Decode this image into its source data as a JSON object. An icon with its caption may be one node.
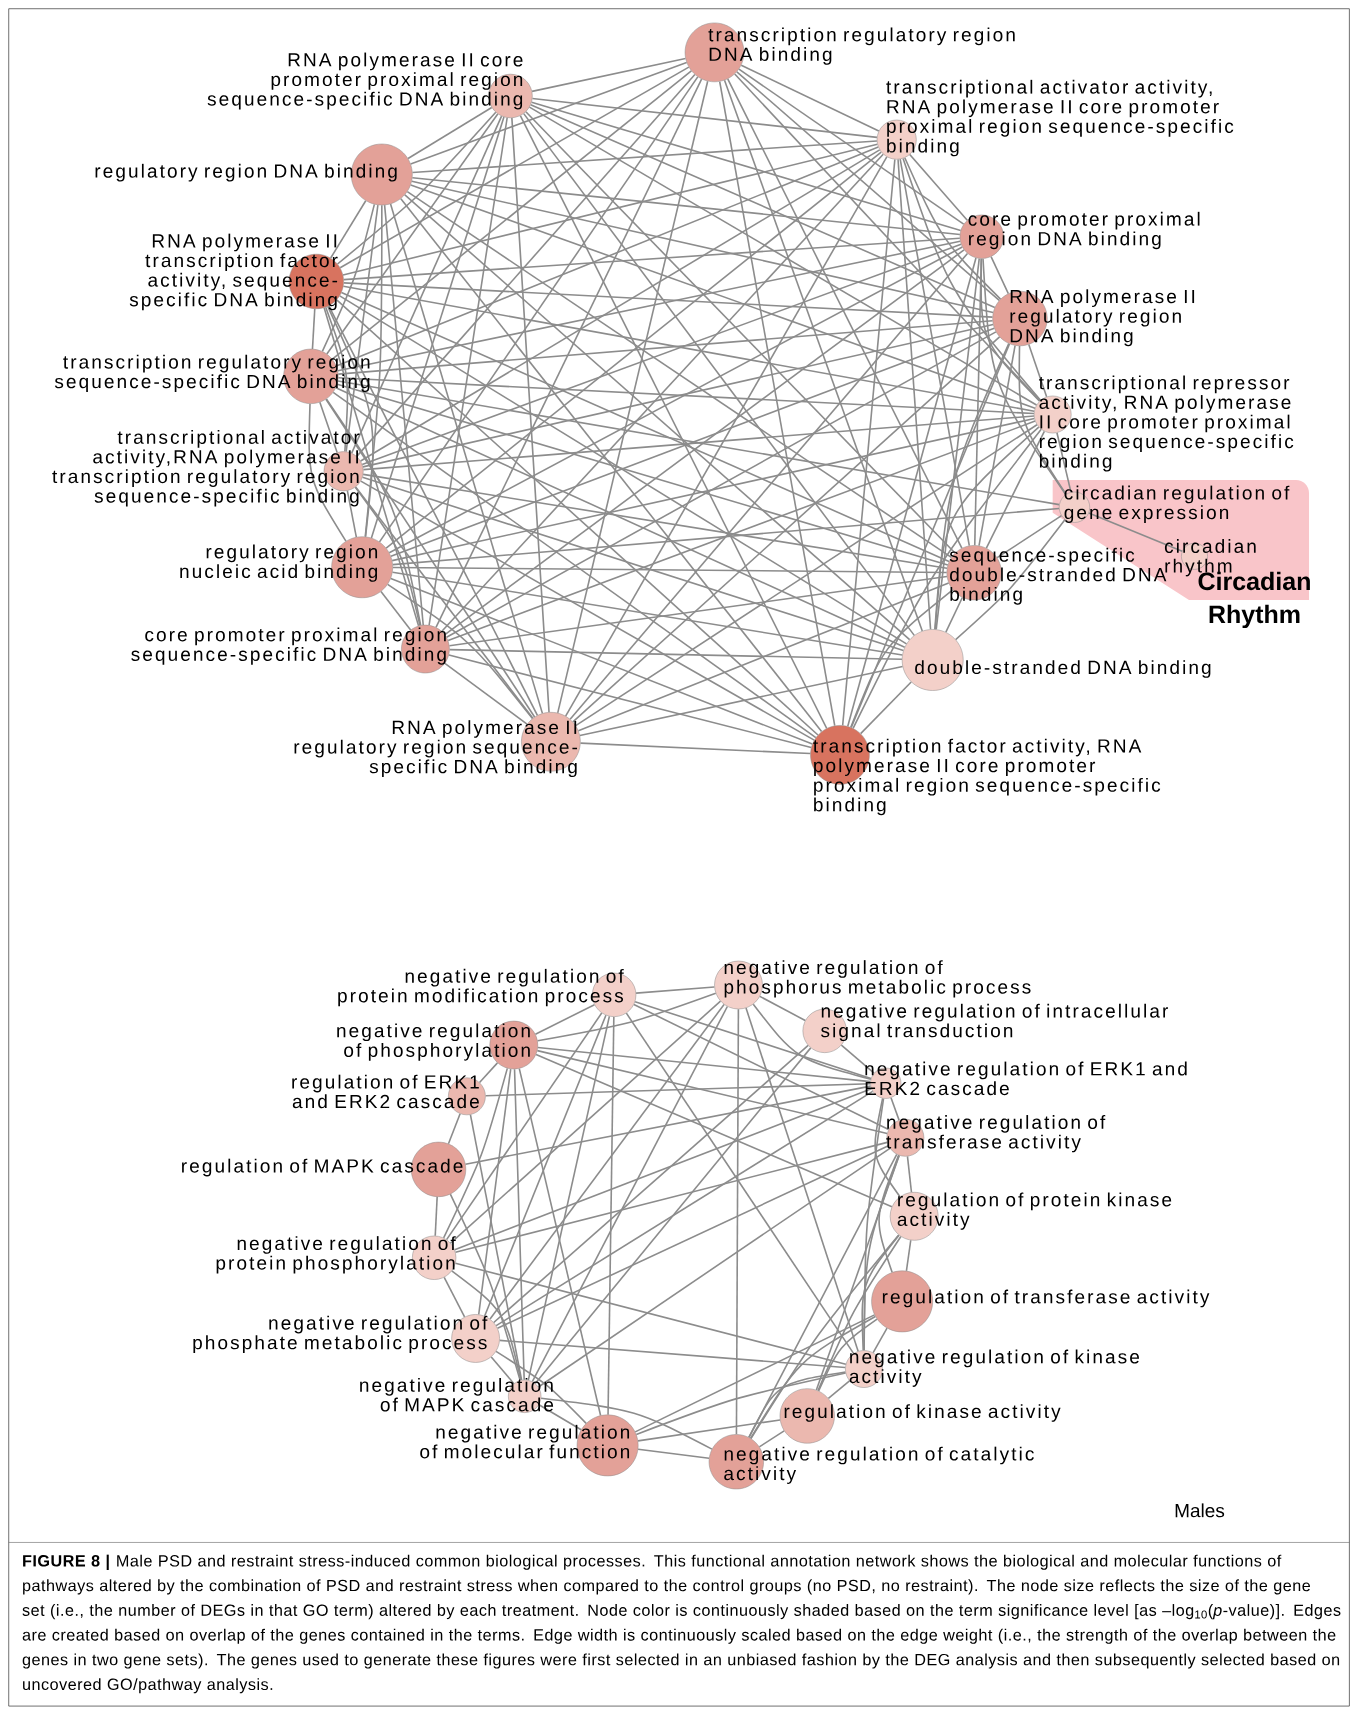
{
  "diagram": {
    "caption": "**FIGURE 8 |** Male PSD and restraint stress-induced common biological processes. This functional annotation network shows the biological and molecular functions of pathways altered by the combination of PSD and restraint stress when compared to the control groups (no PSD, no restraint). The node size reflects the size of the gene set (i.e., the number of DEGs in that GO term) altered by each treatment. Node color is continuously shaded based on the term significance level [as –log$_{10}$(*p*-value)]. Edges are created based on overlap of the genes contained in the terms. Edge width is continuously scaled based on the edge weight (i.e., the strength of the overlap between the genes in two gene sets). The genes used to generate these figures were first selected in an unbiased fashion by the DEG analysis and then subsequently selected based on uncovered GO/pathway analysis.",
    "nodes": [
      {
        "text": [
          "transcription regulatory region DNA binding"
        ]
      },
      {
        "text": [
          "RNA polymerase II core promoter proximal region sequence-specific DNA binding"
        ]
      },
      {
        "text": [
          "transcriptional activator activity, RNA polymerase II core promoter proximal region sequence-specific binding"
        ]
      },
      {
        "text": [
          "regulatory region DNA binding"
        ]
      },
      {
        "text": [
          "core promoter proximal region DNA binding"
        ]
      },
      {
        "text": [
          "RNA polymerase II transcription factor activity, sequence-specific DNA binding"
        ]
      },
      {
        "text": [
          "RNA polymerase II regulatory region DNA binding"
        ]
      },
      {
        "text": [
          "transcription regulatory region sequence-specific DNA binding"
        ]
      },
      {
        "text": [
          "transcriptional repressor activity, RNA polymerase II core promoter proximal region sequence-specific binding"
        ]
      },
      {
        "text": [
          "transcriptional activator activity,RNA polymerase II transcription regulatory region sequence-specific binding"
        ]
      },
      {
        "text": [
          "Circadian Rhythm"
        ]
      },
      {
        "text": [
          "circadian regulation of gene expression"
        ],
        "in": 10
      },
      {
        "text": [
          "circadian rhythm"
        ],
        "in": 10
      },
      {
        "text": [
          "regulatory region nucleic acid binding"
        ]
      },
      {
        "text": [
          "sequence-specific double-stranded DNA binding"
        ]
      },
      {
        "text": [
          "core promoter proximal region sequence-specific DNA binding"
        ]
      },
      {
        "text": [
          "double-stranded DNA binding"
        ]
      },
      {
        "text": [
          "RNA polymerase II regulatory region sequence-specific DNA binding"
        ]
      },
      {
        "text": [
          "transcription factor activity, RNA polymerase II core promoter proximal region sequence-specific binding"
        ]
      },
      {
        "text": [
          "negative regulation of protein modification process"
        ]
      },
      {
        "text": [
          "negative regulation of phosphorus metabolic process"
        ]
      },
      {
        "text": [
          "negative regulation of phosphorylation"
        ]
      },
      {
        "text": [
          "negative regulation of intracellular signal transduction"
        ]
      },
      {
        "text": [
          "regulation of ERK1 and ERK2 cascade"
        ]
      },
      {
        "text": [
          "negative regulation of ERK1 and ERK2 cascade"
        ]
      },
      {
        "text": [
          "negative regulation of transferase activity"
        ]
      },
      {
        "text": [
          "regulation of MAPK cascade"
        ]
      },
      {
        "text": [
          "regulation of protein kinase activity"
        ]
      },
      {
        "text": [
          "negative regulation of protein phosphorylation"
        ]
      },
      {
        "text": [
          "regulation of transferase activity"
        ]
      },
      {
        "text": [
          "negative regulation of phosphate metabolic process"
        ]
      },
      {
        "text": [
          "negative regulation of kinase activity"
        ]
      },
      {
        "text": [
          "negative regulation of MAPK cascade"
        ]
      },
      {
        "text": [
          "regulation of kinase activity"
        ]
      },
      {
        "text": [
          "negative regulation of molecular function"
        ]
      },
      {
        "text": [
          "negative regulation of catalytic activity"
        ]
      }
    ],
    "edges": [
      {
        "from": 0,
        "to": 1,
        "arrow": "none"
      },
      {
        "from": 0,
        "to": 2,
        "arrow": "none"
      },
      {
        "from": 0,
        "to": 3,
        "arrow": "none"
      },
      {
        "from": 0,
        "to": 4,
        "arrow": "none"
      },
      {
        "from": 0,
        "to": 5,
        "arrow": "none"
      },
      {
        "from": 0,
        "to": 6,
        "arrow": "none"
      },
      {
        "from": 0,
        "to": 7,
        "arrow": "none"
      },
      {
        "from": 0,
        "to": 8,
        "arrow": "none"
      },
      {
        "from": 0,
        "to": 9,
        "arrow": "none"
      },
      {
        "from": 0,
        "to": 13,
        "arrow": "none"
      },
      {
        "from": 0,
        "to": 14,
        "arrow": "none"
      },
      {
        "from": 0,
        "to": 15,
        "arrow": "none"
      },
      {
        "from": 0,
        "to": 16,
        "arrow": "none"
      },
      {
        "from": 0,
        "to": 17,
        "arrow": "none"
      },
      {
        "from": 0,
        "to": 18,
        "arrow": "none"
      },
      {
        "from": 1,
        "to": 2,
        "arrow": "none"
      },
      {
        "from": 1,
        "to": 3,
        "arrow": "none"
      },
      {
        "from": 1,
        "to": 4,
        "arrow": "none"
      },
      {
        "from": 1,
        "to": 5,
        "arrow": "none"
      },
      {
        "from": 1,
        "to": 6,
        "arrow": "none"
      },
      {
        "from": 1,
        "to": 7,
        "arrow": "none"
      },
      {
        "from": 1,
        "to": 8,
        "arrow": "none"
      },
      {
        "from": 1,
        "to": 9,
        "arrow": "none"
      },
      {
        "from": 1,
        "to": 13,
        "arrow": "none"
      },
      {
        "from": 1,
        "to": 14,
        "arrow": "none"
      },
      {
        "from": 1,
        "to": 15,
        "arrow": "none"
      },
      {
        "from": 1,
        "to": 16,
        "arrow": "none"
      },
      {
        "from": 1,
        "to": 17,
        "arrow": "none"
      },
      {
        "from": 1,
        "to": 18,
        "arrow": "none"
      },
      {
        "from": 2,
        "to": 3,
        "arrow": "none"
      },
      {
        "from": 2,
        "to": 4,
        "arrow": "none"
      },
      {
        "from": 2,
        "to": 5,
        "arrow": "none"
      },
      {
        "from": 2,
        "to": 6,
        "arrow": "none"
      },
      {
        "from": 2,
        "to": 7,
        "arrow": "none"
      },
      {
        "from": 2,
        "to": 8,
        "arrow": "none"
      },
      {
        "from": 2,
        "to": 9,
        "arrow": "none"
      },
      {
        "from": 2,
        "to": 13,
        "arrow": "none"
      },
      {
        "from": 2,
        "to": 14,
        "arrow": "none"
      },
      {
        "from": 2,
        "to": 15,
        "arrow": "none"
      },
      {
        "from": 2,
        "to": 16,
        "arrow": "none"
      },
      {
        "from": 2,
        "to": 17,
        "arrow": "none"
      },
      {
        "from": 2,
        "to": 18,
        "arrow": "none"
      },
      {
        "from": 3,
        "to": 4,
        "arrow": "none"
      },
      {
        "from": 3,
        "to": 5,
        "arrow": "none"
      },
      {
        "from": 3,
        "to": 6,
        "arrow": "none"
      },
      {
        "from": 3,
        "to": 7,
        "arrow": "none"
      },
      {
        "from": 3,
        "to": 8,
        "arrow": "none"
      },
      {
        "from": 3,
        "to": 9,
        "arrow": "none"
      },
      {
        "from": 3,
        "to": 13,
        "arrow": "none"
      },
      {
        "from": 3,
        "to": 14,
        "arrow": "none"
      },
      {
        "from": 3,
        "to": 15,
        "arrow": "none"
      },
      {
        "from": 3,
        "to": 16,
        "arrow": "none"
      },
      {
        "from": 3,
        "to": 17,
        "arrow": "none"
      },
      {
        "from": 3,
        "to": 18,
        "arrow": "none"
      },
      {
        "from": 4,
        "to": 5,
        "arrow": "none"
      },
      {
        "from": 4,
        "to": 6,
        "arrow": "none"
      },
      {
        "from": 4,
        "to": 7,
        "arrow": "none"
      },
      {
        "from": 4,
        "to": 8,
        "arrow": "none"
      },
      {
        "from": 4,
        "to": 9,
        "arrow": "none"
      },
      {
        "from": 4,
        "to": 13,
        "arrow": "none"
      },
      {
        "from": 4,
        "to": 14,
        "arrow": "none"
      },
      {
        "from": 4,
        "to": 15,
        "arrow": "none"
      },
      {
        "from": 4,
        "to": 16,
        "arrow": "none"
      },
      {
        "from": 4,
        "to": 17,
        "arrow": "none"
      },
      {
        "from": 4,
        "to": 18,
        "arrow": "none"
      },
      {
        "from": 5,
        "to": 6,
        "arrow": "none"
      },
      {
        "from": 5,
        "to": 7,
        "arrow": "none"
      },
      {
        "from": 5,
        "to": 8,
        "arrow": "none"
      },
      {
        "from": 5,
        "to": 9,
        "arrow": "none"
      },
      {
        "from": 5,
        "to": 13,
        "arrow": "none"
      },
      {
        "from": 5,
        "to": 14,
        "arrow": "none"
      },
      {
        "from": 5,
        "to": 15,
        "arrow": "none"
      },
      {
        "from": 5,
        "to": 16,
        "arrow": "none"
      },
      {
        "from": 5,
        "to": 17,
        "arrow": "none"
      },
      {
        "from": 5,
        "to": 18,
        "arrow": "none"
      },
      {
        "from": 6,
        "to": 7,
        "arrow": "none"
      },
      {
        "from": 6,
        "to": 8,
        "arrow": "none"
      },
      {
        "from": 6,
        "to": 9,
        "arrow": "none"
      },
      {
        "from": 6,
        "to": 13,
        "arrow": "none"
      },
      {
        "from": 6,
        "to": 14,
        "arrow": "none"
      },
      {
        "from": 6,
        "to": 15,
        "arrow": "none"
      },
      {
        "from": 6,
        "to": 16,
        "arrow": "none"
      },
      {
        "from": 6,
        "to": 17,
        "arrow": "none"
      },
      {
        "from": 6,
        "to": 18,
        "arrow": "none"
      },
      {
        "from": 7,
        "to": 8,
        "arrow": "none"
      },
      {
        "from": 7,
        "to": 9,
        "arrow": "none"
      },
      {
        "from": 7,
        "to": 13,
        "arrow": "none"
      },
      {
        "from": 7,
        "to": 14,
        "arrow": "none"
      },
      {
        "from": 7,
        "to": 15,
        "arrow": "none"
      },
      {
        "from": 7,
        "to": 16,
        "arrow": "none"
      },
      {
        "from": 7,
        "to": 17,
        "arrow": "none"
      },
      {
        "from": 7,
        "to": 18,
        "arrow": "none"
      },
      {
        "from": 8,
        "to": 9,
        "arrow": "none"
      },
      {
        "from": 8,
        "to": 13,
        "arrow": "none"
      },
      {
        "from": 8,
        "to": 14,
        "arrow": "none"
      },
      {
        "from": 8,
        "to": 15,
        "arrow": "none"
      },
      {
        "from": 8,
        "to": 16,
        "arrow": "none"
      },
      {
        "from": 8,
        "to": 17,
        "arrow": "none"
      },
      {
        "from": 8,
        "to": 18,
        "arrow": "none"
      },
      {
        "from": 9,
        "to": 13,
        "arrow": "none"
      },
      {
        "from": 9,
        "to": 14,
        "arrow": "none"
      },
      {
        "from": 9,
        "to": 15,
        "arrow": "none"
      },
      {
        "from": 9,
        "to": 16,
        "arrow": "none"
      },
      {
        "from": 9,
        "to": 17,
        "arrow": "none"
      },
      {
        "from": 9,
        "to": 18,
        "arrow": "none"
      },
      {
        "from": 13,
        "to": 14,
        "arrow": "none"
      },
      {
        "from": 13,
        "to": 15,
        "arrow": "none"
      },
      {
        "from": 13,
        "to": 16,
        "arrow": "none"
      },
      {
        "from": 13,
        "to": 17,
        "arrow": "none"
      },
      {
        "from": 13,
        "to": 18,
        "arrow": "none"
      },
      {
        "from": 14,
        "to": 15,
        "arrow": "none"
      },
      {
        "from": 14,
        "to": 16,
        "arrow": "none"
      },
      {
        "from": 14,
        "to": 17,
        "arrow": "none"
      },
      {
        "from": 14,
        "to": 18,
        "arrow": "none"
      },
      {
        "from": 15,
        "to": 16,
        "arrow": "none"
      },
      {
        "from": 15,
        "to": 17,
        "arrow": "none"
      },
      {
        "from": 15,
        "to": 18,
        "arrow": "none"
      },
      {
        "from": 16,
        "to": 17,
        "arrow": "none"
      },
      {
        "from": 16,
        "to": 18,
        "arrow": "none"
      },
      {
        "from": 17,
        "to": 18,
        "arrow": "none"
      },
      {
        "from": 11,
        "to": 4,
        "arrow": "none"
      },
      {
        "from": 11,
        "to": 6,
        "arrow": "none"
      },
      {
        "from": 11,
        "to": 8,
        "arrow": "none"
      },
      {
        "from": 11,
        "to": 7,
        "arrow": "none"
      },
      {
        "from": 11,
        "to": 13,
        "arrow": "none"
      },
      {
        "from": 11,
        "to": 14,
        "arrow": "none"
      },
      {
        "from": 11,
        "to": 16,
        "arrow": "none"
      },
      {
        "from": 11,
        "to": 12,
        "arrow": "none"
      },
      {
        "from": 19,
        "to": 20,
        "arrow": "none"
      },
      {
        "from": 19,
        "to": 21,
        "arrow": "none"
      },
      {
        "from": 19,
        "to": 24,
        "arrow": "none"
      },
      {
        "from": 19,
        "to": 25,
        "arrow": "none"
      },
      {
        "from": 19,
        "to": 28,
        "arrow": "none"
      },
      {
        "from": 19,
        "to": 30,
        "arrow": "none"
      },
      {
        "from": 19,
        "to": 32,
        "arrow": "none"
      },
      {
        "from": 19,
        "to": 31,
        "arrow": "none"
      },
      {
        "from": 19,
        "to": 34,
        "arrow": "none"
      },
      {
        "from": 20,
        "to": 21,
        "arrow": "none"
      },
      {
        "from": 20,
        "to": 24,
        "arrow": "none"
      },
      {
        "from": 20,
        "to": 22,
        "arrow": "none"
      },
      {
        "from": 20,
        "to": 28,
        "arrow": "none"
      },
      {
        "from": 20,
        "to": 30,
        "arrow": "none"
      },
      {
        "from": 20,
        "to": 32,
        "arrow": "none"
      },
      {
        "from": 20,
        "to": 31,
        "arrow": "none"
      },
      {
        "from": 20,
        "to": 35,
        "arrow": "none"
      },
      {
        "from": 21,
        "to": 24,
        "arrow": "none"
      },
      {
        "from": 21,
        "to": 25,
        "arrow": "none"
      },
      {
        "from": 21,
        "to": 23,
        "arrow": "none"
      },
      {
        "from": 21,
        "to": 30,
        "arrow": "none"
      },
      {
        "from": 21,
        "to": 32,
        "arrow": "none"
      },
      {
        "from": 21,
        "to": 34,
        "arrow": "none"
      },
      {
        "from": 21,
        "to": 28,
        "arrow": "none"
      },
      {
        "from": 21,
        "to": 27,
        "arrow": "none"
      },
      {
        "from": 22,
        "to": 32,
        "arrow": "none"
      },
      {
        "from": 22,
        "to": 30,
        "arrow": "none"
      },
      {
        "from": 22,
        "to": 24,
        "arrow": "none"
      },
      {
        "from": 23,
        "to": 26,
        "arrow": "none"
      },
      {
        "from": 23,
        "to": 24,
        "arrow": "none"
      },
      {
        "from": 23,
        "to": 32,
        "arrow": "none"
      },
      {
        "from": 24,
        "to": 25,
        "arrow": "none"
      },
      {
        "from": 24,
        "to": 26,
        "arrow": "none"
      },
      {
        "from": 24,
        "to": 27,
        "arrow": "none"
      },
      {
        "from": 24,
        "to": 30,
        "arrow": "none"
      },
      {
        "from": 24,
        "to": 28,
        "arrow": "none"
      },
      {
        "from": 24,
        "to": 31,
        "arrow": "none"
      },
      {
        "from": 25,
        "to": 27,
        "arrow": "none"
      },
      {
        "from": 25,
        "to": 29,
        "arrow": "none"
      },
      {
        "from": 25,
        "to": 31,
        "arrow": "none"
      },
      {
        "from": 25,
        "to": 33,
        "arrow": "none"
      },
      {
        "from": 25,
        "to": 35,
        "arrow": "none"
      },
      {
        "from": 25,
        "to": 28,
        "arrow": "none"
      },
      {
        "from": 25,
        "to": 30,
        "arrow": "none"
      },
      {
        "from": 25,
        "to": 32,
        "arrow": "none"
      },
      {
        "from": 26,
        "to": 32,
        "arrow": "none"
      },
      {
        "from": 26,
        "to": 28,
        "arrow": "none"
      },
      {
        "from": 27,
        "to": 29,
        "arrow": "none"
      },
      {
        "from": 27,
        "to": 31,
        "arrow": "none"
      },
      {
        "from": 27,
        "to": 33,
        "arrow": "none"
      },
      {
        "from": 27,
        "to": 35,
        "arrow": "none"
      },
      {
        "from": 28,
        "to": 30,
        "arrow": "none"
      },
      {
        "from": 28,
        "to": 32,
        "arrow": "none"
      },
      {
        "from": 28,
        "to": 31,
        "arrow": "none"
      },
      {
        "from": 29,
        "to": 31,
        "arrow": "none"
      },
      {
        "from": 29,
        "to": 33,
        "arrow": "none"
      },
      {
        "from": 29,
        "to": 35,
        "arrow": "none"
      },
      {
        "from": 29,
        "to": 34,
        "arrow": "none"
      },
      {
        "from": 30,
        "to": 32,
        "arrow": "none"
      },
      {
        "from": 30,
        "to": 31,
        "arrow": "none"
      },
      {
        "from": 30,
        "to": 34,
        "arrow": "none"
      },
      {
        "from": 31,
        "to": 33,
        "arrow": "none"
      },
      {
        "from": 31,
        "to": 35,
        "arrow": "none"
      },
      {
        "from": 31,
        "to": 34,
        "arrow": "none"
      },
      {
        "from": 32,
        "to": 34,
        "arrow": "none"
      },
      {
        "from": 32,
        "to": 35,
        "arrow": "none"
      },
      {
        "from": 33,
        "to": 35,
        "arrow": "none"
      },
      {
        "from": 33,
        "to": 34,
        "arrow": "none"
      },
      {
        "from": 34,
        "to": 35,
        "arrow": "none"
      }
    ],
    "labels": [
      "Males"
    ]
  }
}
